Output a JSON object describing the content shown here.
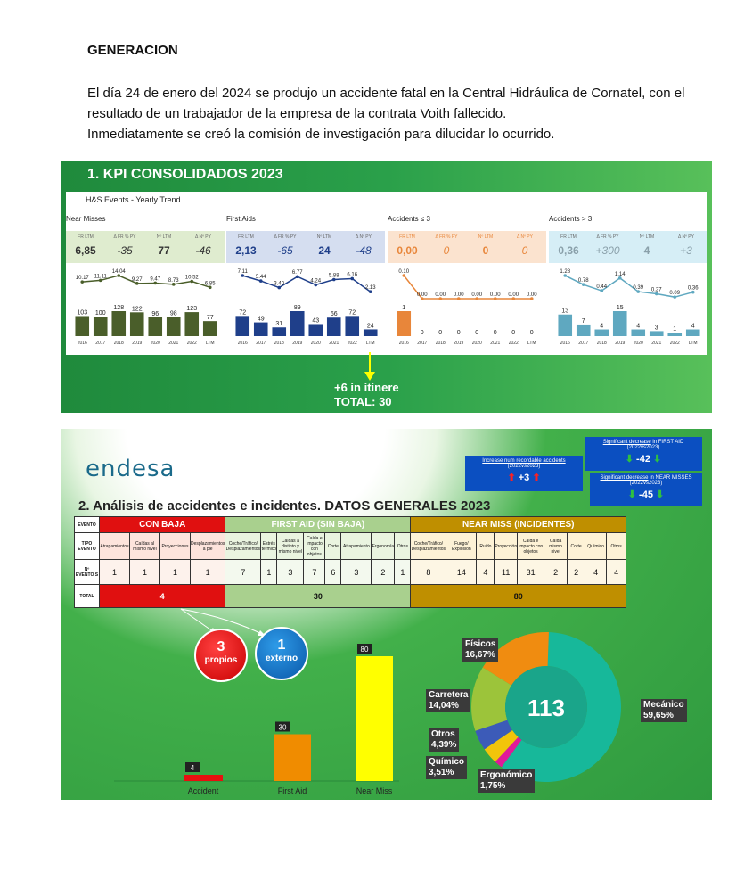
{
  "doc": {
    "heading": "GENERACION",
    "para_lines": [
      "El día 24 de enero del 2024 se produjo un accidente fatal en la Central Hidráulica de Cornatel, con el",
      "resultado de un trabajador de la empresa de la contrata Voith fallecido.",
      "Inmediatamente se creó la comisión de investigación para dilucidar lo ocurrido."
    ]
  },
  "slide1": {
    "title": "1. KPI CONSOLIDADOS 2023",
    "panel_title": "H&S Events - Yearly Trend",
    "itinere_line1": "+6 in itinere",
    "itinere_line2": "TOTAL: 30",
    "blocks": [
      {
        "title": "Near Misses",
        "strip_color": "#dfeccf",
        "bar_color": "#4a5e2a",
        "value_color": "#333333",
        "kpis": [
          {
            "label": "FR LTM",
            "value": "6,85"
          },
          {
            "label": "Δ FR % PY",
            "value": "-35"
          },
          {
            "label": "Nº LTM",
            "value": "77"
          },
          {
            "label": "Δ Nº PY",
            "value": "-46"
          }
        ],
        "years": [
          "2016",
          "2017",
          "2018",
          "2019",
          "2020",
          "2021",
          "2022",
          "LTM"
        ],
        "counts": [
          103,
          100,
          128,
          122,
          96,
          98,
          123,
          77
        ],
        "count_labels": [
          "103",
          "100",
          "128",
          "122",
          "96",
          "98",
          "123",
          "77"
        ],
        "rates": [
          10.17,
          11.11,
          14.04,
          9.27,
          9.47,
          8.73,
          10.52,
          6.85
        ],
        "rate_labels": [
          "10.17",
          "11.11",
          "14.04",
          "9.27",
          "9.47",
          "8.73",
          "10.52",
          "6.85"
        ]
      },
      {
        "title": "First Aids",
        "strip_color": "#d5def0",
        "bar_color": "#1f3f8a",
        "value_color": "#1f3f8a",
        "kpis": [
          {
            "label": "FR LTM",
            "value": "2,13"
          },
          {
            "label": "Δ FR % PY",
            "value": "-65"
          },
          {
            "label": "Nº LTM",
            "value": "24"
          },
          {
            "label": "Δ Nº PY",
            "value": "-48"
          }
        ],
        "years": [
          "2016",
          "2017",
          "2018",
          "2019",
          "2020",
          "2021",
          "2022",
          "LTM"
        ],
        "counts": [
          72,
          49,
          31,
          89,
          43,
          66,
          72,
          24
        ],
        "count_labels": [
          "72",
          "49",
          "31",
          "89",
          "43",
          "66",
          "72",
          "24"
        ],
        "rates": [
          7.11,
          5.44,
          3.4,
          6.77,
          4.24,
          5.88,
          6.16,
          2.13
        ],
        "rate_labels": [
          "7.11",
          "5.44",
          "3.40",
          "6.77",
          "4.24",
          "5.88",
          "6.16",
          "2.13"
        ]
      },
      {
        "title": "Accidents ≤ 3",
        "strip_color": "#fbe3cf",
        "bar_color": "#e8863a",
        "value_color": "#e8863a",
        "kpis": [
          {
            "label": "FR LTM",
            "value": "0,00"
          },
          {
            "label": "Δ FR % PY",
            "value": "0"
          },
          {
            "label": "Nº LTM",
            "value": "0"
          },
          {
            "label": "Δ Nº PY",
            "value": "0"
          }
        ],
        "years": [
          "2016",
          "2017",
          "2018",
          "2019",
          "2020",
          "2021",
          "2022",
          "LTM"
        ],
        "counts": [
          1,
          0,
          0,
          0,
          0,
          0,
          0,
          0
        ],
        "count_labels": [
          "1",
          "0",
          "0",
          "0",
          "0",
          "0",
          "0",
          "0"
        ],
        "rates": [
          0.1,
          0.0,
          0.0,
          0.0,
          0.0,
          0.0,
          0.0,
          0.0
        ],
        "rate_labels": [
          "0.10",
          "0.00",
          "0.00",
          "0.00",
          "0.00",
          "0.00",
          "0.00",
          "0.00"
        ]
      },
      {
        "title": "Accidents > 3",
        "strip_color": "#d6eef6",
        "bar_color": "#5fa8c0",
        "value_color": "#8aa0aa",
        "kpis": [
          {
            "label": "FR LTM",
            "value": "0,36"
          },
          {
            "label": "Δ FR % PY",
            "value": "+300"
          },
          {
            "label": "Nº LTM",
            "value": "4"
          },
          {
            "label": "Δ Nº PY",
            "value": "+3"
          }
        ],
        "years": [
          "2016",
          "2017",
          "2018",
          "2019",
          "2020",
          "2021",
          "2022",
          "LTM"
        ],
        "counts": [
          13,
          7,
          4,
          15,
          4,
          3,
          1,
          4
        ],
        "count_labels": [
          "13",
          "7",
          "4",
          "15",
          "4",
          "3",
          "1",
          "4"
        ],
        "rates": [
          1.28,
          0.78,
          0.44,
          1.14,
          0.39,
          0.27,
          0.09,
          0.36
        ],
        "rate_labels": [
          "1.28",
          "0.78",
          "0.44",
          "1.14",
          "0.39",
          "0.27",
          "0.09",
          "0.36"
        ]
      }
    ]
  },
  "slide2": {
    "logo": "endesa",
    "title": "2. Análisis de accidentes e incidentes. DATOS GENERALES 2023",
    "box_increase": {
      "title": "Increase num recordable accidents",
      "sub": "(2022vs2023)",
      "value": "+3"
    },
    "box_fa": {
      "title_u": "Significant decrease",
      "title_rest": " in FIRST AID",
      "sub": "(2022vs2023)",
      "value": "-42"
    },
    "box_nm": {
      "title_u": "Significant decrease",
      "title_rest": " in NEAR MISSES",
      "sub": "(2022vs2023)",
      "value": "-45"
    },
    "table": {
      "row_labels": {
        "evento": "EVENTO",
        "tipo": "TIPO EVENTO",
        "num": "Nº EVENTO S",
        "total": "TOTAL"
      },
      "groups": [
        {
          "name": "CON BAJA",
          "color": "#e01010",
          "light": "#fde4dc",
          "num_bg": "#fdf2ec",
          "types": [
            "Atrapamientos",
            "Caídas al mismo nivel",
            "Proyecciones",
            "Desplazamientos a pie"
          ],
          "counts": [
            "1",
            "1",
            "1",
            "1"
          ],
          "total": "4"
        },
        {
          "name": "FIRST AID (SIN BAJA)",
          "color": "#a9d08e",
          "light": "#eaf4e0",
          "num_bg": "#f3f9ee",
          "types": [
            "Coche/Tráfico/ Desplazamientos",
            "Estrés térmico",
            "Caídas a distinto y mismo nivel",
            "Caída e Impacto con objetos",
            "Corte",
            "Atrapamiento",
            "Ergonomía",
            "Otros"
          ],
          "counts": [
            "7",
            "1",
            "3",
            "7",
            "6",
            "3",
            "2",
            "1"
          ],
          "total": "30"
        },
        {
          "name": "NEAR MISS (INCIDENTES)",
          "color": "#bf8f00",
          "light": "#fdf2d6",
          "num_bg": "#fdf6e4",
          "types": [
            "Coche/Tráfico/ Desplazamientos",
            "Fuego/ Explosión",
            "Ruido",
            "Proyección",
            "Caída e Impacto con objetos",
            "Caída mismo nivel",
            "Corte",
            "Químico",
            "Otros"
          ],
          "counts": [
            "8",
            "14",
            "4",
            "11",
            "31",
            "2",
            "2",
            "4",
            "4"
          ],
          "total": "80"
        }
      ]
    },
    "circles": [
      {
        "number": "3",
        "text": "propios",
        "color": "red"
      },
      {
        "number": "1",
        "text": "externo",
        "color": "blue"
      }
    ],
    "bar_chart": {
      "type": "bar",
      "categories": [
        "Accident",
        "First Aid",
        "Near Miss"
      ],
      "values": [
        4,
        30,
        80
      ],
      "value_labels": [
        "4",
        "30",
        "80"
      ],
      "colors": [
        "#e81010",
        "#f08c00",
        "#ffff00"
      ]
    },
    "donut": {
      "type": "pie",
      "center": "113",
      "slices": [
        {
          "name": "Mecánico",
          "pct_label": "59,65%",
          "value": 59.65,
          "color": "#17b89a"
        },
        {
          "name": "Ergonómico",
          "pct_label": "1,75%",
          "value": 1.75,
          "color": "#e0189a"
        },
        {
          "name": "Químico",
          "pct_label": "3,51%",
          "value": 3.51,
          "color": "#f2c40a"
        },
        {
          "name": "Otros",
          "pct_label": "4,39%",
          "value": 4.39,
          "color": "#3c5bb8"
        },
        {
          "name": "Carretera",
          "pct_label": "14,04%",
          "value": 14.04,
          "color": "#9cc43a"
        },
        {
          "name": "Físicos",
          "pct_label": "16,67%",
          "value": 16.67,
          "color": "#f08c10"
        }
      ]
    }
  }
}
